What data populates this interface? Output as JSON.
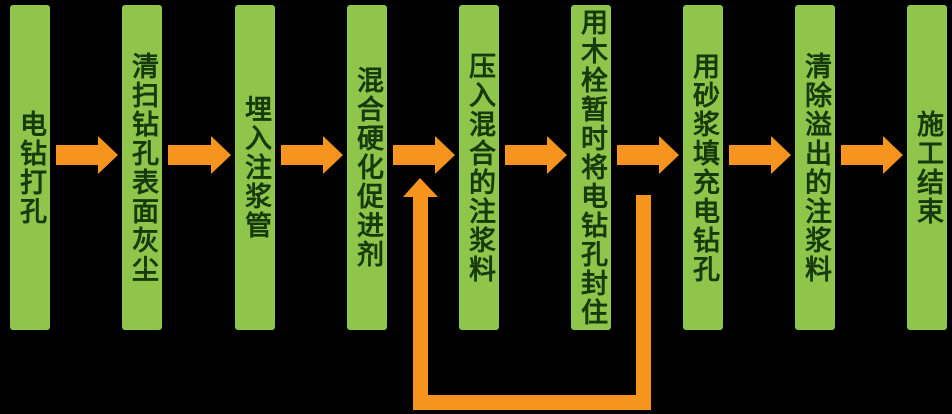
{
  "steps": [
    "电钻打孔",
    "清扫钻孔表面灰尘",
    "埋入注浆管",
    "混合硬化促进剂",
    "压入混合的注浆料",
    "用木栓暂时将电钻孔封住",
    "用砂浆填充电钻孔",
    "清除溢出的注浆料",
    "施工结束"
  ],
  "colors": {
    "box": "#8ec54a",
    "text": "#173a0c",
    "arrow": "#f7941d",
    "background": "#000000"
  }
}
